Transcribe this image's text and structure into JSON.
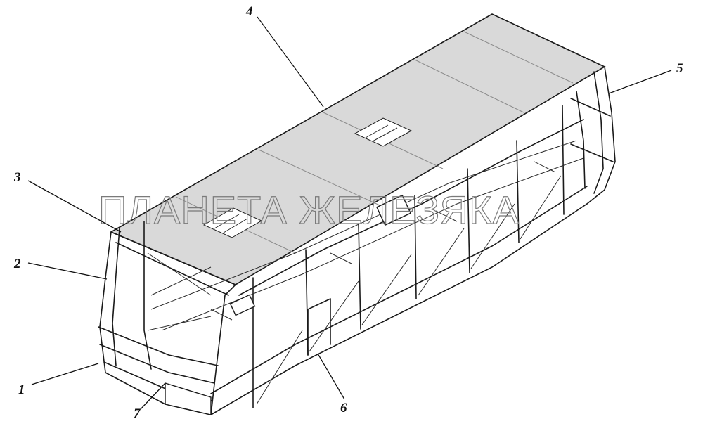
{
  "watermark": "ПЛАНЕТА ЖЕЛЕЗЯКА",
  "callouts": [
    {
      "id": "1",
      "label": "1"
    },
    {
      "id": "2",
      "label": "2"
    },
    {
      "id": "3",
      "label": "3"
    },
    {
      "id": "4",
      "label": "4"
    },
    {
      "id": "5",
      "label": "5"
    },
    {
      "id": "6",
      "label": "6"
    },
    {
      "id": "7",
      "label": "7"
    }
  ]
}
